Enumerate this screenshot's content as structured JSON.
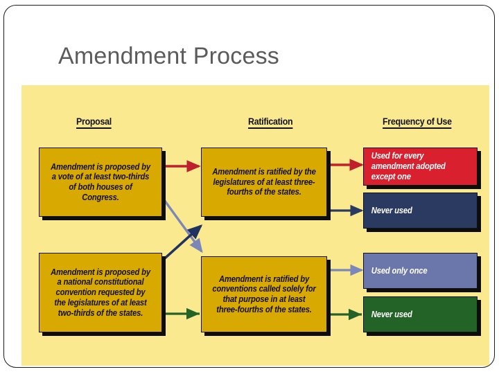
{
  "slide": {
    "title": "Amendment Process",
    "canvas_bg": "#fae98f",
    "title_color": "#5b5b5b"
  },
  "columns": [
    {
      "label": "Proposal"
    },
    {
      "label": "Ratification"
    },
    {
      "label": "Frequency of Use"
    }
  ],
  "proposal_boxes": [
    {
      "id": "proposal-congress",
      "text": "Amendment is proposed by a vote of at least two-thirds of both houses of Congress.",
      "color": "#d8a900"
    },
    {
      "id": "proposal-convention",
      "text": "Amendment is proposed by a national constitutional convention requested by the legislatures of at least two-thirds of the states.",
      "color": "#d8a900"
    }
  ],
  "ratification_boxes": [
    {
      "id": "ratification-legislatures",
      "text": "Amendment is ratified by the legislatures of at least three-fourths of the states.",
      "color": "#d8a900"
    },
    {
      "id": "ratification-conventions",
      "text": "Amendment is ratified by conventions called solely for that purpose in at least three-fourths of the states.",
      "color": "#d8a900"
    }
  ],
  "frequency_boxes": [
    {
      "id": "frequency-every-amendment",
      "text": "Used for every amendment adopted except one",
      "color": "#d8202e"
    },
    {
      "id": "frequency-never-used-navy",
      "text": "Never used",
      "color": "#2a3a61"
    },
    {
      "id": "frequency-used-once",
      "text": "Used only once",
      "color": "#6b77aa"
    },
    {
      "id": "frequency-never-used-green",
      "text": "Never used",
      "color": "#246327"
    }
  ],
  "arrows": [
    {
      "id": "arrow-congress-to-legislatures",
      "color": "#c0202c",
      "from": "proposal-congress",
      "to": "ratification-legislatures"
    },
    {
      "id": "arrow-congress-to-conventions",
      "color": "#7b87b8",
      "from": "proposal-congress",
      "to": "ratification-conventions"
    },
    {
      "id": "arrow-convention-to-legislatures",
      "color": "#203260",
      "from": "proposal-convention",
      "to": "ratification-legislatures"
    },
    {
      "id": "arrow-convention-to-conventions",
      "color": "#246327",
      "from": "proposal-convention",
      "to": "ratification-conventions"
    },
    {
      "id": "arrow-legislatures-to-every-amendment",
      "color": "#c0202c",
      "from": "ratification-legislatures",
      "to": "frequency-every-amendment"
    },
    {
      "id": "arrow-legislatures-to-never-used-navy",
      "color": "#2a3a61",
      "from": "ratification-legislatures",
      "to": "frequency-never-used-navy"
    },
    {
      "id": "arrow-conventions-to-used-once",
      "color": "#7b87b8",
      "from": "ratification-conventions",
      "to": "frequency-used-once"
    },
    {
      "id": "arrow-conventions-to-never-used-green",
      "color": "#246327",
      "from": "ratification-conventions",
      "to": "frequency-never-used-green"
    }
  ]
}
